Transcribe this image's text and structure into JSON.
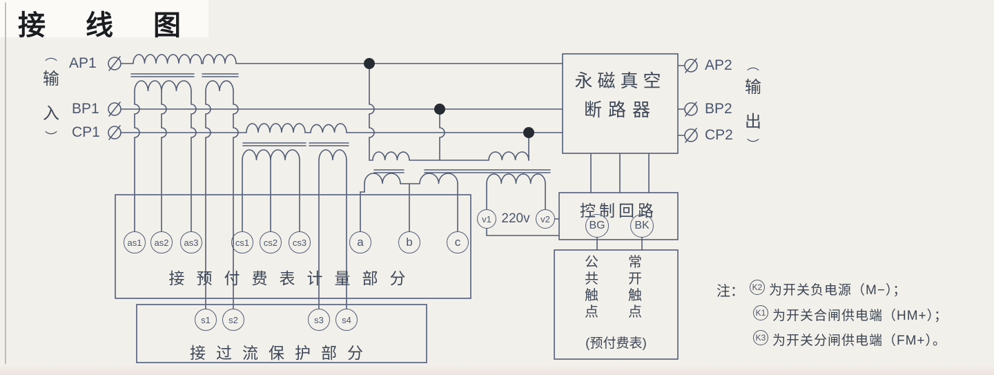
{
  "title": "接线图",
  "colors": {
    "wire": "#4f5b76",
    "box": "#5a6480",
    "ink": "#3d4758",
    "label": "#4a5670",
    "dot": "#262b33",
    "paper": "#f2f0ea"
  },
  "input": {
    "paren_top": "︵",
    "direction_label": "输入",
    "paren_bottom": "︶",
    "phases": [
      "AP1",
      "BP1",
      "CP1"
    ]
  },
  "output": {
    "paren_top": "︵",
    "direction_label": "输出",
    "paren_bottom": "︶",
    "phases": [
      "AP2",
      "BP2",
      "CP2"
    ]
  },
  "breaker": {
    "line1": "永磁真空",
    "line2": "断路器"
  },
  "control_box": {
    "title": "控制回路",
    "terminals": [
      "BG",
      "BK"
    ]
  },
  "contact_box": {
    "col_left": "公共触点",
    "col_right": "常开触点",
    "caption": "(预付费表)"
  },
  "metering_box": {
    "label": "接预付费表计量部分",
    "terminals": [
      "as1",
      "as2",
      "as3",
      "cs1",
      "cs2",
      "cs3",
      "a",
      "b",
      "c"
    ]
  },
  "protection_box": {
    "label": "接过流保护部分",
    "terminals": [
      "s1",
      "s2",
      "s3",
      "s4"
    ]
  },
  "pt": {
    "v1": "v1",
    "voltage": "220v",
    "v2": "v2"
  },
  "notes": {
    "prefix": "注：",
    "items": [
      {
        "key": "K2",
        "text": "为开关负电源（M−）；"
      },
      {
        "key": "K1",
        "text": "为开关合闸供电端（HM+）；"
      },
      {
        "key": "K3",
        "text": "为开关分闸供电端（FM+）。"
      }
    ]
  }
}
